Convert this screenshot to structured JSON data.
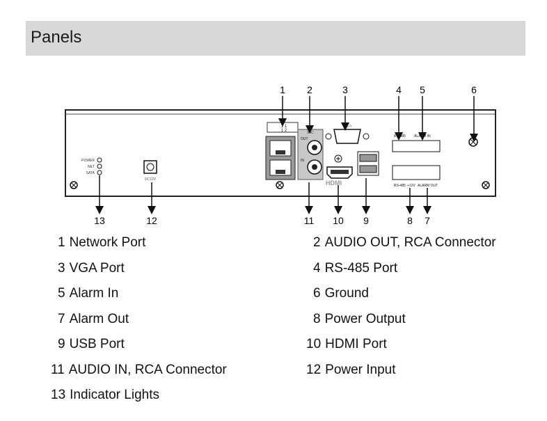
{
  "header": {
    "title": "Panels"
  },
  "panel_labels": {
    "power": "POWER",
    "net": "NET",
    "sata": "SATA",
    "dc": "DC12V",
    "mic": "MIC",
    "out": "OUT",
    "in": "IN",
    "vga": "VGA",
    "hdmi": "HDMI",
    "rs485_top": "RS-485",
    "alarm_in": "ALARM IN",
    "rs485_bottom": "RS-485",
    "plus12v": "+12V",
    "alarm_out": "ALARM OUT",
    "net_pair_top": "1  1",
    "net_pair_bottom": "1  2"
  },
  "callouts_top": [
    "1",
    "2",
    "3",
    "4",
    "5",
    "6"
  ],
  "callouts_bottom": [
    "13",
    "12",
    "11",
    "10",
    "9",
    "8",
    "7"
  ],
  "legend": [
    {
      "num": "1",
      "text": "Network Port"
    },
    {
      "num": "2",
      "text": "AUDIO OUT, RCA Connector"
    },
    {
      "num": "3",
      "text": "VGA Port"
    },
    {
      "num": "4",
      "text": "RS-485 Port"
    },
    {
      "num": "5",
      "text": "Alarm In"
    },
    {
      "num": "6",
      "text": "Ground"
    },
    {
      "num": "7",
      "text": "Alarm Out"
    },
    {
      "num": "8",
      "text": "Power Output"
    },
    {
      "num": "9",
      "text": "USB Port"
    },
    {
      "num": "10",
      "text": "HDMI Port"
    },
    {
      "num": "11",
      "text": "AUDIO IN, RCA Connector"
    },
    {
      "num": "12",
      "text": "Power Input"
    },
    {
      "num": "13",
      "text": "Indicator Lights"
    }
  ]
}
